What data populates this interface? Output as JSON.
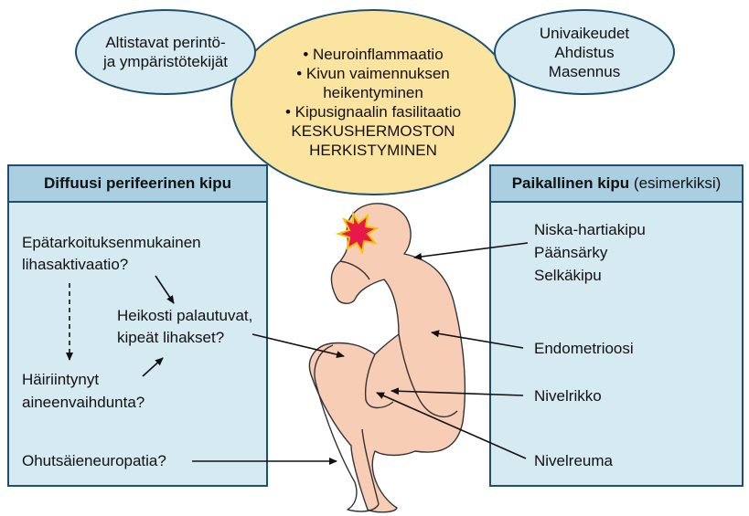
{
  "colors": {
    "panel_fill": "#d6eaf2",
    "panel_head": "#a9cfe0",
    "center_fill": "#fbe3a0",
    "border": "#1f4e6e",
    "skin": "#f8cdb6",
    "brain_burst": "#e8184a"
  },
  "ellipse_left": {
    "line1": "Altistavat perintö-",
    "line2": "ja ympäristötekijät"
  },
  "ellipse_right": {
    "line1": "Univaikeudet",
    "line2": "Ahdistus",
    "line3": "Masennus"
  },
  "ellipse_center": {
    "items": [
      "• Neuroinflammaatio",
      "• Kivun vaimennuksen",
      "heikentyminen",
      "• Kipusignaalin fasilitaatio"
    ],
    "title_line1": "KESKUSHERMOSTON",
    "title_line2": "HERKISTYMINEN"
  },
  "left_panel": {
    "title": "Diffuusi perifeerinen kipu",
    "item1_line1": "Epätarkoituksenmukainen",
    "item1_line2": "lihasaktivaatio?",
    "item2_line1": "Heikosti palautuvat,",
    "item2_line2": "kipeät lihakset?",
    "item3_line1": "Häiriintynyt",
    "item3_line2": "aineenvaihdunta?",
    "item4": "Ohutsäieneuropatia?"
  },
  "right_panel": {
    "title_bold": "Paikallinen kipu",
    "title_rest": " (esimerkiksi)",
    "item1_line1": "Niska-hartiakipu",
    "item1_line2": "Päänsärky",
    "item1_line3": "Selkäkipu",
    "item2": "Endometrioosi",
    "item3": "Nivelrikko",
    "item4": "Nivelreuma"
  }
}
